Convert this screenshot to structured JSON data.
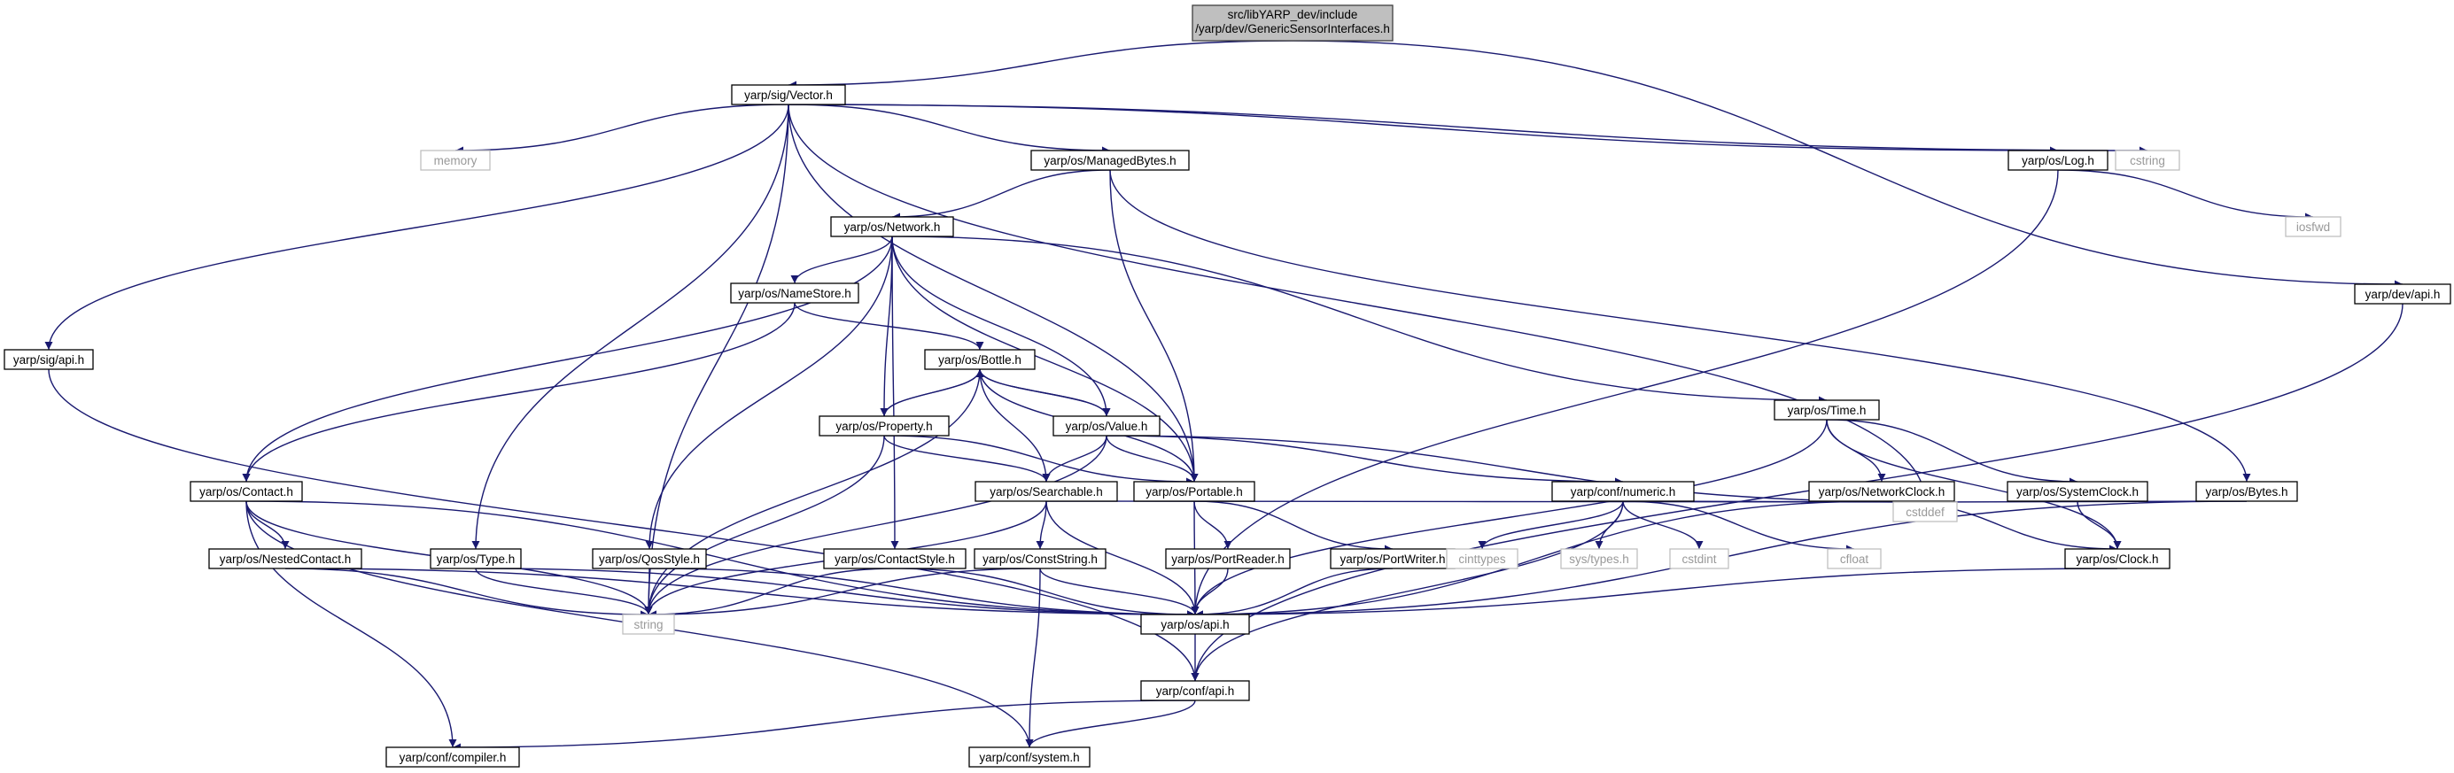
{
  "graph": {
    "colors": {
      "edge": "#191970",
      "root_fill": "#bfbfbf",
      "system_text": "#999999"
    },
    "nodes": [
      {
        "id": "root",
        "lines": [
          "src/libYARP_dev/include",
          "/yarp/dev/GenericSensorInterfaces.h"
        ],
        "kind": "root"
      },
      {
        "id": "vector",
        "lines": [
          "yarp/sig/Vector.h"
        ],
        "kind": "normal"
      },
      {
        "id": "sigapi",
        "lines": [
          "yarp/sig/api.h"
        ],
        "kind": "normal"
      },
      {
        "id": "memory",
        "lines": [
          "memory"
        ],
        "kind": "system"
      },
      {
        "id": "managedbytes",
        "lines": [
          "yarp/os/ManagedBytes.h"
        ],
        "kind": "normal"
      },
      {
        "id": "log",
        "lines": [
          "yarp/os/Log.h"
        ],
        "kind": "normal"
      },
      {
        "id": "cstring",
        "lines": [
          "cstring"
        ],
        "kind": "system"
      },
      {
        "id": "iosfwd",
        "lines": [
          "iosfwd"
        ],
        "kind": "system"
      },
      {
        "id": "devapi",
        "lines": [
          "yarp/dev/api.h"
        ],
        "kind": "normal"
      },
      {
        "id": "network",
        "lines": [
          "yarp/os/Network.h"
        ],
        "kind": "normal"
      },
      {
        "id": "namestore",
        "lines": [
          "yarp/os/NameStore.h"
        ],
        "kind": "normal"
      },
      {
        "id": "bottle",
        "lines": [
          "yarp/os/Bottle.h"
        ],
        "kind": "normal"
      },
      {
        "id": "property",
        "lines": [
          "yarp/os/Property.h"
        ],
        "kind": "normal"
      },
      {
        "id": "value",
        "lines": [
          "yarp/os/Value.h"
        ],
        "kind": "normal"
      },
      {
        "id": "time",
        "lines": [
          "yarp/os/Time.h"
        ],
        "kind": "normal"
      },
      {
        "id": "contact",
        "lines": [
          "yarp/os/Contact.h"
        ],
        "kind": "normal"
      },
      {
        "id": "searchable",
        "lines": [
          "yarp/os/Searchable.h"
        ],
        "kind": "normal"
      },
      {
        "id": "portable",
        "lines": [
          "yarp/os/Portable.h"
        ],
        "kind": "normal"
      },
      {
        "id": "numeric",
        "lines": [
          "yarp/conf/numeric.h"
        ],
        "kind": "normal"
      },
      {
        "id": "networkclock",
        "lines": [
          "yarp/os/NetworkClock.h"
        ],
        "kind": "normal"
      },
      {
        "id": "systemclock",
        "lines": [
          "yarp/os/SystemClock.h"
        ],
        "kind": "normal"
      },
      {
        "id": "bytes",
        "lines": [
          "yarp/os/Bytes.h"
        ],
        "kind": "normal"
      },
      {
        "id": "nestedcontact",
        "lines": [
          "yarp/os/NestedContact.h"
        ],
        "kind": "normal"
      },
      {
        "id": "type",
        "lines": [
          "yarp/os/Type.h"
        ],
        "kind": "normal"
      },
      {
        "id": "qosstyle",
        "lines": [
          "yarp/os/QosStyle.h"
        ],
        "kind": "normal"
      },
      {
        "id": "contactstyle",
        "lines": [
          "yarp/os/ContactStyle.h"
        ],
        "kind": "normal"
      },
      {
        "id": "conststring",
        "lines": [
          "yarp/os/ConstString.h"
        ],
        "kind": "normal"
      },
      {
        "id": "portreader",
        "lines": [
          "yarp/os/PortReader.h"
        ],
        "kind": "normal"
      },
      {
        "id": "portwriter",
        "lines": [
          "yarp/os/PortWriter.h"
        ],
        "kind": "normal"
      },
      {
        "id": "cinttypes",
        "lines": [
          "cinttypes"
        ],
        "kind": "system"
      },
      {
        "id": "systypes",
        "lines": [
          "sys/types.h"
        ],
        "kind": "system"
      },
      {
        "id": "cstdint",
        "lines": [
          "cstdint"
        ],
        "kind": "system"
      },
      {
        "id": "cfloat",
        "lines": [
          "cfloat"
        ],
        "kind": "system"
      },
      {
        "id": "cstddef",
        "lines": [
          "cstddef"
        ],
        "kind": "system"
      },
      {
        "id": "clock",
        "lines": [
          "yarp/os/Clock.h"
        ],
        "kind": "normal"
      },
      {
        "id": "string",
        "lines": [
          "string"
        ],
        "kind": "system"
      },
      {
        "id": "osapi",
        "lines": [
          "yarp/os/api.h"
        ],
        "kind": "normal"
      },
      {
        "id": "confapi",
        "lines": [
          "yarp/conf/api.h"
        ],
        "kind": "normal"
      },
      {
        "id": "compiler",
        "lines": [
          "yarp/conf/compiler.h"
        ],
        "kind": "normal"
      },
      {
        "id": "system",
        "lines": [
          "yarp/conf/system.h"
        ],
        "kind": "normal"
      }
    ],
    "edges": [
      [
        "root",
        "vector"
      ],
      [
        "root",
        "devapi"
      ],
      [
        "vector",
        "sigapi"
      ],
      [
        "vector",
        "memory"
      ],
      [
        "vector",
        "managedbytes"
      ],
      [
        "vector",
        "log"
      ],
      [
        "vector",
        "cstring"
      ],
      [
        "vector",
        "type"
      ],
      [
        "vector",
        "portable"
      ],
      [
        "vector",
        "string"
      ],
      [
        "vector",
        "cstddef"
      ],
      [
        "managedbytes",
        "network"
      ],
      [
        "managedbytes",
        "portable"
      ],
      [
        "managedbytes",
        "bytes"
      ],
      [
        "log",
        "iosfwd"
      ],
      [
        "log",
        "osapi"
      ],
      [
        "devapi",
        "confapi"
      ],
      [
        "sigapi",
        "confapi"
      ],
      [
        "network",
        "namestore"
      ],
      [
        "network",
        "contact"
      ],
      [
        "network",
        "property"
      ],
      [
        "network",
        "value"
      ],
      [
        "network",
        "time"
      ],
      [
        "network",
        "portable"
      ],
      [
        "network",
        "qosstyle"
      ],
      [
        "network",
        "contactstyle"
      ],
      [
        "namestore",
        "bottle"
      ],
      [
        "namestore",
        "contact"
      ],
      [
        "bottle",
        "property"
      ],
      [
        "bottle",
        "value"
      ],
      [
        "bottle",
        "searchable"
      ],
      [
        "bottle",
        "portable"
      ],
      [
        "bottle",
        "string"
      ],
      [
        "property",
        "bottle"
      ],
      [
        "property",
        "searchable"
      ],
      [
        "property",
        "portable"
      ],
      [
        "property",
        "string"
      ],
      [
        "value",
        "bottle"
      ],
      [
        "value",
        "searchable"
      ],
      [
        "value",
        "portable"
      ],
      [
        "value",
        "numeric"
      ],
      [
        "value",
        "cstddef"
      ],
      [
        "value",
        "string"
      ],
      [
        "time",
        "networkclock"
      ],
      [
        "time",
        "systemclock"
      ],
      [
        "time",
        "clock"
      ],
      [
        "time",
        "osapi"
      ],
      [
        "contact",
        "nestedcontact"
      ],
      [
        "contact",
        "string"
      ],
      [
        "contact",
        "compiler"
      ],
      [
        "contact",
        "system"
      ],
      [
        "contact",
        "osapi"
      ],
      [
        "searchable",
        "conststring"
      ],
      [
        "searchable",
        "string"
      ],
      [
        "searchable",
        "osapi"
      ],
      [
        "searchable",
        "cstddef"
      ],
      [
        "portable",
        "portreader"
      ],
      [
        "portable",
        "portwriter"
      ],
      [
        "portable",
        "osapi"
      ],
      [
        "numeric",
        "cinttypes"
      ],
      [
        "numeric",
        "systypes"
      ],
      [
        "numeric",
        "cstdint"
      ],
      [
        "numeric",
        "cfloat"
      ],
      [
        "numeric",
        "cstddef"
      ],
      [
        "numeric",
        "confapi"
      ],
      [
        "networkclock",
        "clock"
      ],
      [
        "networkclock",
        "osapi"
      ],
      [
        "systemclock",
        "clock"
      ],
      [
        "bytes",
        "cstddef"
      ],
      [
        "bytes",
        "osapi"
      ],
      [
        "nestedcontact",
        "string"
      ],
      [
        "nestedcontact",
        "osapi"
      ],
      [
        "type",
        "string"
      ],
      [
        "type",
        "osapi"
      ],
      [
        "qosstyle",
        "string"
      ],
      [
        "qosstyle",
        "osapi"
      ],
      [
        "contactstyle",
        "string"
      ],
      [
        "contactstyle",
        "osapi"
      ],
      [
        "conststring",
        "string"
      ],
      [
        "conststring",
        "osapi"
      ],
      [
        "conststring",
        "system"
      ],
      [
        "portreader",
        "osapi"
      ],
      [
        "portwriter",
        "osapi"
      ],
      [
        "clock",
        "osapi"
      ],
      [
        "osapi",
        "confapi"
      ],
      [
        "confapi",
        "compiler"
      ],
      [
        "confapi",
        "system"
      ]
    ]
  }
}
